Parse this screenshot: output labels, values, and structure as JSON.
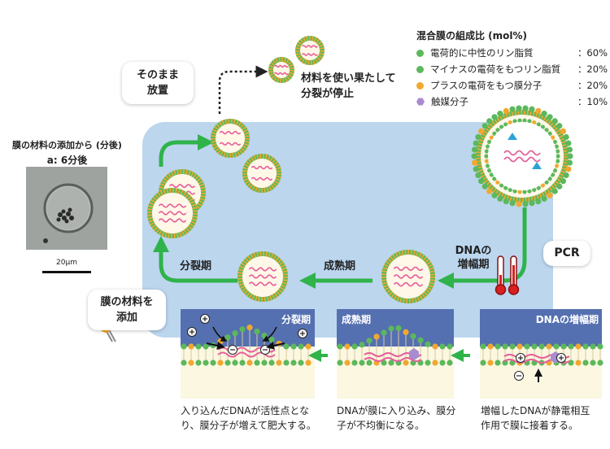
{
  "legend": {
    "title": "混合膜の組成比 (mol%)",
    "items": [
      {
        "color": "#5cb85c",
        "shape": "circle",
        "label": "電荷的に中性のリン脂質",
        "value": "：60%"
      },
      {
        "color": "#5cb85c",
        "shape": "circle",
        "label": "マイナスの電荷をもつリン脂質",
        "value": "：20%"
      },
      {
        "color": "#f0a830",
        "shape": "circle",
        "label": "プラスの電荷をもつ膜分子",
        "value": "：20%"
      },
      {
        "color": "#a98ccf",
        "shape": "hexagon",
        "label": "触媒分子",
        "value": "：10%"
      }
    ]
  },
  "micro": {
    "title": "膜の材料の添加から (分後)",
    "sub": "a: 6分後",
    "scale": "20μm"
  },
  "bubbles": {
    "leave_line1": "そのまま",
    "leave_line2": "放置",
    "pcr": "PCR",
    "add_line1": "膜の材料を",
    "add_line2": "添加"
  },
  "stop_line1": "材料を使い果たして",
  "stop_line2": "分裂が停止",
  "stages": {
    "division": "分裂期",
    "maturation": "成熟期",
    "dna_line1": "DNAの",
    "dna_line2": "増幅期"
  },
  "panels": [
    {
      "title": "分裂期",
      "caption1": "入り込んだDNAが活性点とな",
      "caption2": "り、膜分子が増えて肥大する。"
    },
    {
      "title": "成熟期",
      "caption1": "DNAが膜に入り込み、膜分",
      "caption2": "子が不均衡になる。"
    },
    {
      "title": "DNAの増幅期",
      "caption1": "増幅したDNAが静電相互",
      "caption2": "作用で膜に接着する。"
    }
  ],
  "colors": {
    "cycle_bg": "#bcd6ee",
    "arrow": "#2fb34a",
    "panel_header": "#5570b0",
    "membrane_green": "#5cb85c",
    "membrane_orange": "#f0a830",
    "dna": "#e6609a"
  }
}
